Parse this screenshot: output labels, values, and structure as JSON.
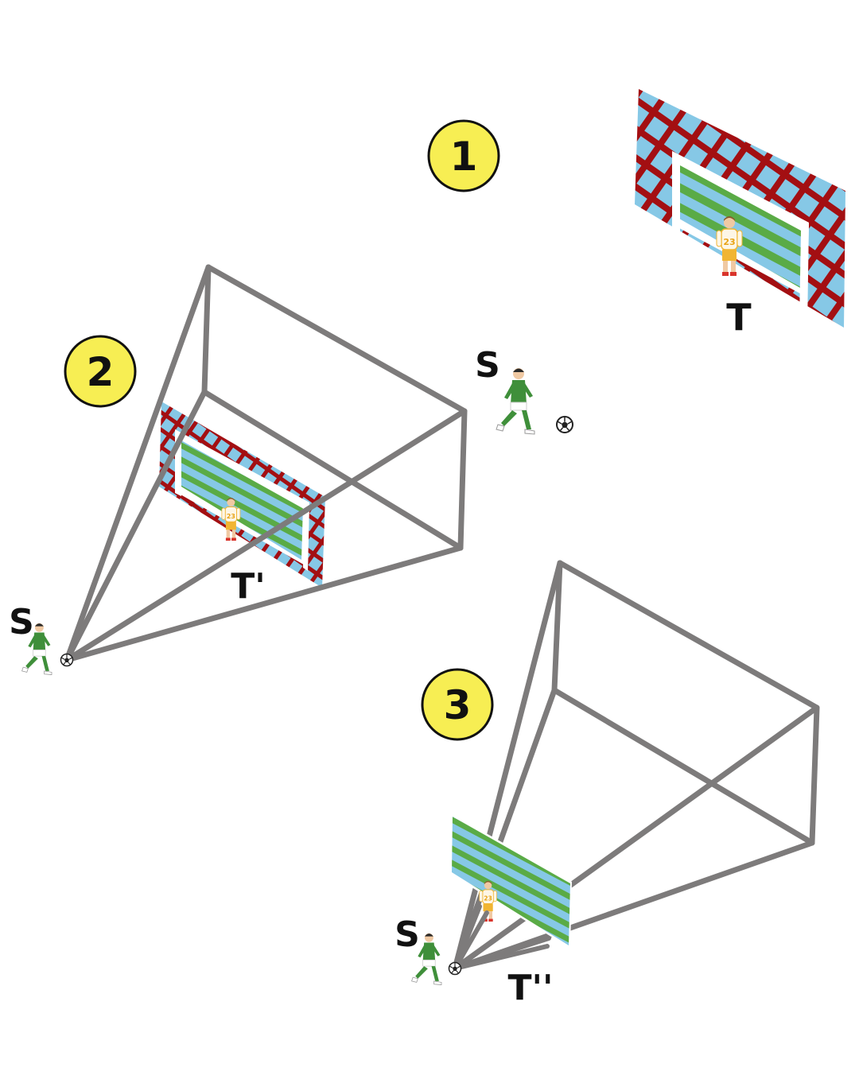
{
  "panels": [
    {
      "number": "1",
      "shooter_label": "S",
      "target_label": "T"
    },
    {
      "number": "2",
      "shooter_label": "S",
      "target_label": "T'"
    },
    {
      "number": "3",
      "shooter_label": "S",
      "target_label": "T''"
    }
  ],
  "goalkeeper_number": "23",
  "colors": {
    "frustum": "#7d7b7b",
    "net": "#a30f12",
    "goal_fill": "#86c8e6",
    "stripe": "#5aab46",
    "goal_frame": "#ffffff",
    "badge": "#f7ee53",
    "player_kit": "#3f8f3a",
    "keeper_kit": "#f1b532"
  }
}
